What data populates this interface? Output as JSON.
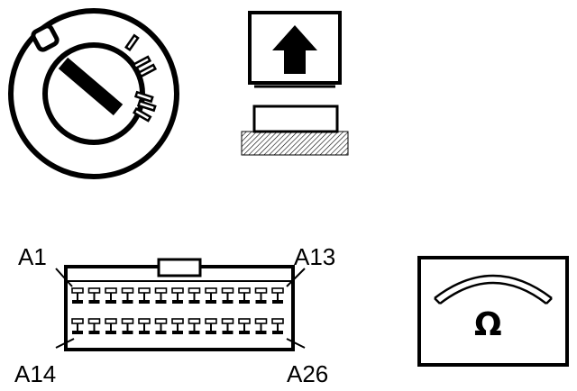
{
  "figure": {
    "ignition_switch": {
      "icon": "ignition-key-switch-icon"
    },
    "push_button": {
      "icon": "up-arrow-icon"
    },
    "connector": {
      "icon": "connector-icon",
      "labels": {
        "top_left": "A1",
        "top_right": "A13",
        "bottom_left": "A14",
        "bottom_right": "A26"
      }
    },
    "ohmmeter": {
      "icon": "ohmmeter-icon",
      "symbol": "Ω"
    }
  }
}
